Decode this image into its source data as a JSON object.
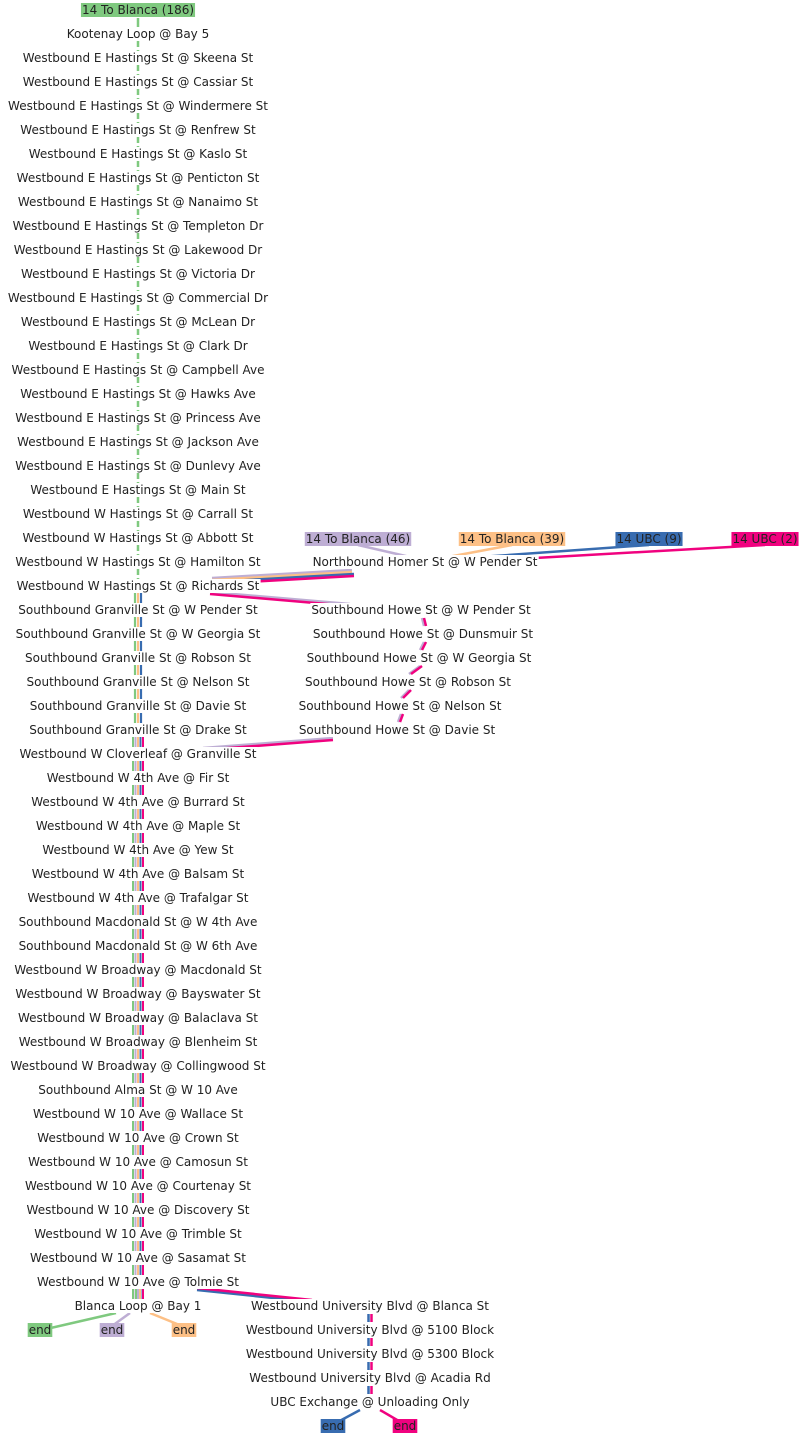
{
  "colors": {
    "green": "#7fc97f",
    "purple": "#beaed4",
    "orange": "#fdc086",
    "blue": "#386cb0",
    "pink": "#f0027f"
  },
  "routes": [
    {
      "key": "green",
      "label": "14 To Blanca (186)",
      "end_label": "end"
    },
    {
      "key": "purple",
      "label": "14 To Blanca (46)",
      "end_label": "end"
    },
    {
      "key": "orange",
      "label": "14 To Blanca (39)",
      "end_label": "end"
    },
    {
      "key": "blue",
      "label": "14 UBC (9)",
      "end_label": "end"
    },
    {
      "key": "pink",
      "label": "14 UBC (2)",
      "end_label": "end"
    }
  ],
  "main_stops": [
    "Kootenay Loop @ Bay 5",
    "Westbound E Hastings St @ Skeena St",
    "Westbound E Hastings St @ Cassiar St",
    "Westbound E Hastings St @ Windermere St",
    "Westbound E Hastings St @ Renfrew St",
    "Westbound E Hastings St @ Kaslo St",
    "Westbound E Hastings St @ Penticton St",
    "Westbound E Hastings St @ Nanaimo St",
    "Westbound E Hastings St @ Templeton Dr",
    "Westbound E Hastings St @ Lakewood Dr",
    "Westbound E Hastings St @ Victoria Dr",
    "Westbound E Hastings St @ Commercial Dr",
    "Westbound E Hastings St @ McLean Dr",
    "Westbound E Hastings St @ Clark Dr",
    "Westbound E Hastings St @ Campbell Ave",
    "Westbound E Hastings St @ Hawks Ave",
    "Westbound E Hastings St @ Princess Ave",
    "Westbound E Hastings St @ Jackson Ave",
    "Westbound E Hastings St @ Dunlevy Ave",
    "Westbound E Hastings St @ Main St",
    "Westbound W Hastings St @ Carrall St",
    "Westbound W Hastings St @ Abbott St",
    "Westbound W Hastings St @ Hamilton St",
    "Westbound W Hastings St @ Richards St",
    "Southbound Granville St @ W Pender St",
    "Southbound Granville St @ W Georgia St",
    "Southbound Granville St @ Robson St",
    "Southbound Granville St @ Nelson St",
    "Southbound Granville St @ Davie St",
    "Southbound Granville St @ Drake St",
    "Westbound W Cloverleaf @ Granville St",
    "Westbound W 4th Ave @ Fir St",
    "Westbound W 4th Ave @ Burrard St",
    "Westbound W 4th Ave @ Maple St",
    "Westbound W 4th Ave @ Yew St",
    "Westbound W 4th Ave @ Balsam St",
    "Westbound W 4th Ave @ Trafalgar St",
    "Southbound Macdonald St @ W 4th Ave",
    "Southbound Macdonald St @ W 6th Ave",
    "Westbound W Broadway @ Macdonald St",
    "Westbound W Broadway @ Bayswater St",
    "Westbound W Broadway @ Balaclava St",
    "Westbound W Broadway @ Blenheim St",
    "Westbound W Broadway @ Collingwood St",
    "Southbound Alma St @ W 10 Ave",
    "Westbound W 10 Ave @ Wallace St",
    "Westbound W 10 Ave @ Crown St",
    "Westbound W 10 Ave @ Camosun St",
    "Westbound W 10 Ave @ Courtenay St",
    "Westbound W 10 Ave @ Discovery St",
    "Westbound W 10 Ave @ Trimble St",
    "Westbound W 10 Ave @ Sasamat St",
    "Westbound W 10 Ave @ Tolmie St",
    "Blanca Loop @ Bay 1"
  ],
  "howe_stops": [
    "Northbound Homer St @ W Pender St",
    "Southbound Howe St @ W Pender St",
    "Southbound Howe St @ Dunsmuir St",
    "Southbound Howe St @ W Georgia St",
    "Southbound Howe St @ Robson St",
    "Southbound Howe St @ Nelson St",
    "Southbound Howe St @ Davie St"
  ],
  "ubc_stops": [
    "Westbound University Blvd @ Blanca St",
    "Westbound University Blvd @ 5100 Block",
    "Westbound University Blvd @ 5300 Block",
    "Westbound University Blvd @ Acadia Rd",
    "UBC Exchange @ Unloading Only"
  ]
}
